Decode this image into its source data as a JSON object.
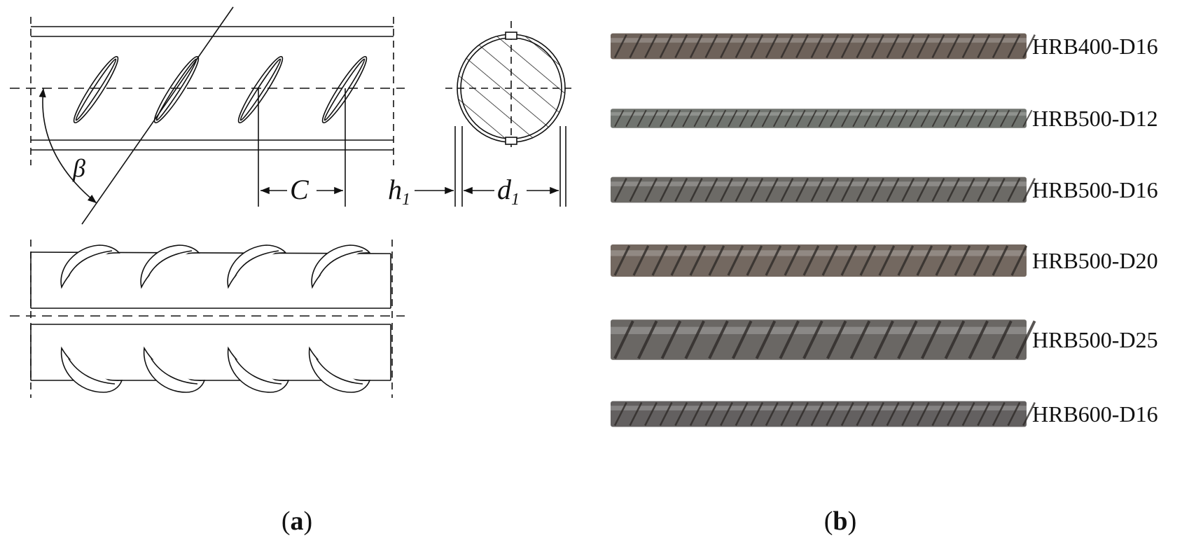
{
  "diagram": {
    "symbols": {
      "angle": "β",
      "rib_spacing": "C",
      "rib_height": "h",
      "rib_height_sub": "1",
      "core_diameter": "d",
      "core_diameter_sub": "1"
    }
  },
  "photo": {
    "bars": [
      {
        "label": "HRB400-D16",
        "diameter_mm": 16,
        "tone": "#6e625a"
      },
      {
        "label": "HRB500-D12",
        "diameter_mm": 12,
        "tone": "#70746f"
      },
      {
        "label": "HRB500-D16",
        "diameter_mm": 16,
        "tone": "#6c6a66"
      },
      {
        "label": "HRB500-D20",
        "diameter_mm": 20,
        "tone": "#736860"
      },
      {
        "label": "HRB500-D25",
        "diameter_mm": 25,
        "tone": "#6a6764"
      },
      {
        "label": "HRB600-D16",
        "diameter_mm": 16,
        "tone": "#636060"
      }
    ]
  },
  "captions": {
    "a": "a",
    "b": "b"
  }
}
